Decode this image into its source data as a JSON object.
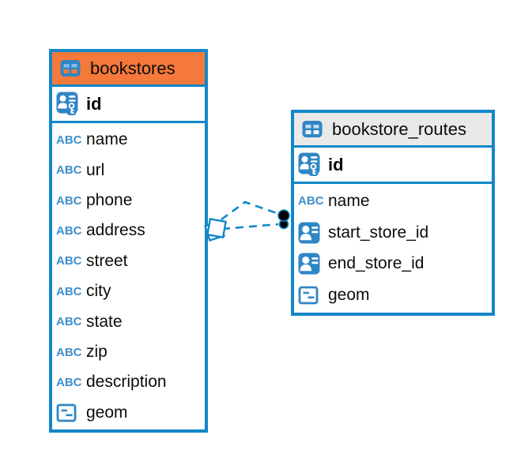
{
  "diagram": {
    "kind": "entity-relationship-diagram",
    "background": "#ffffff",
    "colors": {
      "accent_blue": "#1287c9",
      "icon_blue": "#2f86c5",
      "orange_header": "#f4793a",
      "gray_header": "#e9e9e9",
      "text": "#0c0c0c",
      "marker_black": "#000000"
    },
    "abc_label": "ABC",
    "tables": [
      {
        "name": "bookstores",
        "header_color": "#f4793a",
        "icon_cell_top": "#85b9e2",
        "icon_cell_bottom": "#f4793a",
        "columns": [
          {
            "name": "id",
            "icon": "primary-key"
          },
          {
            "name": "name",
            "icon": "text"
          },
          {
            "name": "url",
            "icon": "text"
          },
          {
            "name": "phone",
            "icon": "text"
          },
          {
            "name": "address",
            "icon": "text"
          },
          {
            "name": "street",
            "icon": "text"
          },
          {
            "name": "city",
            "icon": "text"
          },
          {
            "name": "state",
            "icon": "text"
          },
          {
            "name": "zip",
            "icon": "text"
          },
          {
            "name": "description",
            "icon": "text"
          },
          {
            "name": "geom",
            "icon": "geometry"
          }
        ]
      },
      {
        "name": "bookstore_routes",
        "header_color": "#e9e9e9",
        "icon_cell_top": "#c6dcf0",
        "icon_cell_bottom": "#eff3f8",
        "columns": [
          {
            "name": "id",
            "icon": "primary-key"
          },
          {
            "name": "name",
            "icon": "text"
          },
          {
            "name": "start_store_id",
            "icon": "reference"
          },
          {
            "name": "end_store_id",
            "icon": "reference"
          },
          {
            "name": "geom",
            "icon": "geometry"
          }
        ]
      }
    ],
    "relationships": [
      {
        "from_table": "bookstores",
        "to_table": "bookstore_routes",
        "to_column": "start_store_id",
        "style": "dashed"
      },
      {
        "from_table": "bookstores",
        "to_table": "bookstore_routes",
        "to_column": "end_store_id",
        "style": "dashed"
      }
    ]
  }
}
